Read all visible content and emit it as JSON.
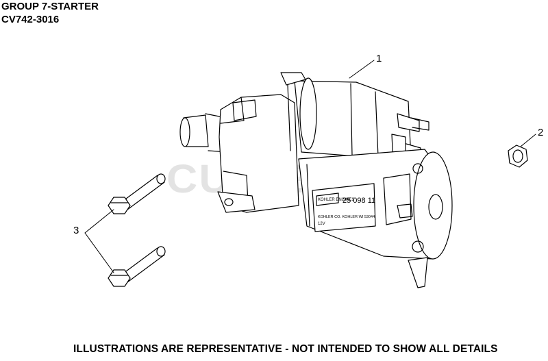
{
  "header": {
    "group": "GROUP 7-STARTER",
    "model": "CV742-3016"
  },
  "watermark": "CUTLER'S",
  "callouts": [
    "1",
    "2",
    "3"
  ],
  "nameplate": {
    "brand": "KOHLER ENGINES",
    "part": "25 098 11",
    "line2": "KOHLER CO. KOHLER WI 53044",
    "line3": "12V"
  },
  "footer": "ILLUSTRATIONS ARE REPRESENTATIVE - NOT INTENDED TO SHOW ALL DETAILS"
}
